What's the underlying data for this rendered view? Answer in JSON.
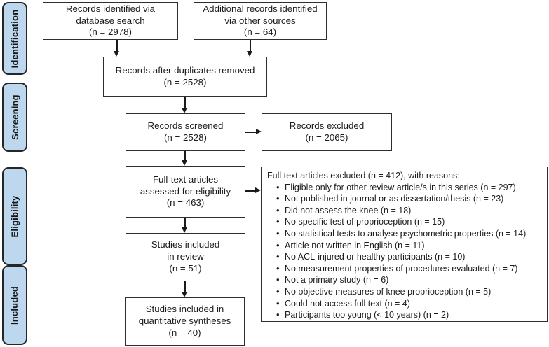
{
  "diagram": {
    "type": "prisma-flow",
    "stages": [
      {
        "label": "Identification"
      },
      {
        "label": "Screening"
      },
      {
        "label": "Eligibility"
      },
      {
        "label": "Included"
      }
    ],
    "boxes": {
      "database_search": {
        "lines": [
          "Records identified via",
          "database search",
          "(n = 2978)"
        ]
      },
      "other_sources": {
        "lines": [
          "Additional records identified",
          "via other sources",
          "(n = 64)"
        ]
      },
      "duplicates_removed": {
        "lines": [
          "Records after duplicates removed",
          "(n = 2528)"
        ]
      },
      "records_screened": {
        "lines": [
          "Records screened",
          "(n = 2528)"
        ]
      },
      "records_excluded": {
        "lines": [
          "Records excluded",
          "(n = 2065)"
        ]
      },
      "fulltext_assessed": {
        "lines": [
          "Full-text articles",
          "assessed for eligibility",
          "(n = 463)"
        ]
      },
      "included_in_review": {
        "lines": [
          "Studies included",
          "in review",
          "(n = 51)"
        ]
      },
      "included_quantitative": {
        "lines": [
          "Studies included in",
          "quantitative syntheses",
          "(n = 40)"
        ]
      }
    },
    "exclusion_box": {
      "title": "Full text articles excluded (n = 412), with reasons:",
      "reasons": [
        "Eligible only for other review article/s in this series (n = 297)",
        "Not published in journal or as dissertation/thesis (n = 23)",
        "Did not assess the knee (n = 18)",
        "No specific test of proprioception (n = 15)",
        "No statistical tests to analyse psychometric properties (n = 14)",
        "Article not written in English (n = 11)",
        "No ACL-injured or healthy participants (n = 10)",
        "No measurement properties of procedures evaluated (n = 7)",
        "Not a primary study (n = 6)",
        "No objective measures of knee proprioception (n = 5)",
        "Could not access full text (n = 4)",
        "Participants too young (< 10 years) (n = 2)"
      ]
    },
    "colors": {
      "stage_fill": "#BDD7EE",
      "stage_border": "#262626",
      "box_border": "#2E2E2E",
      "arrow": "#1A1A1A",
      "text": "#1B1B1B",
      "background": "#FFFFFF"
    }
  }
}
